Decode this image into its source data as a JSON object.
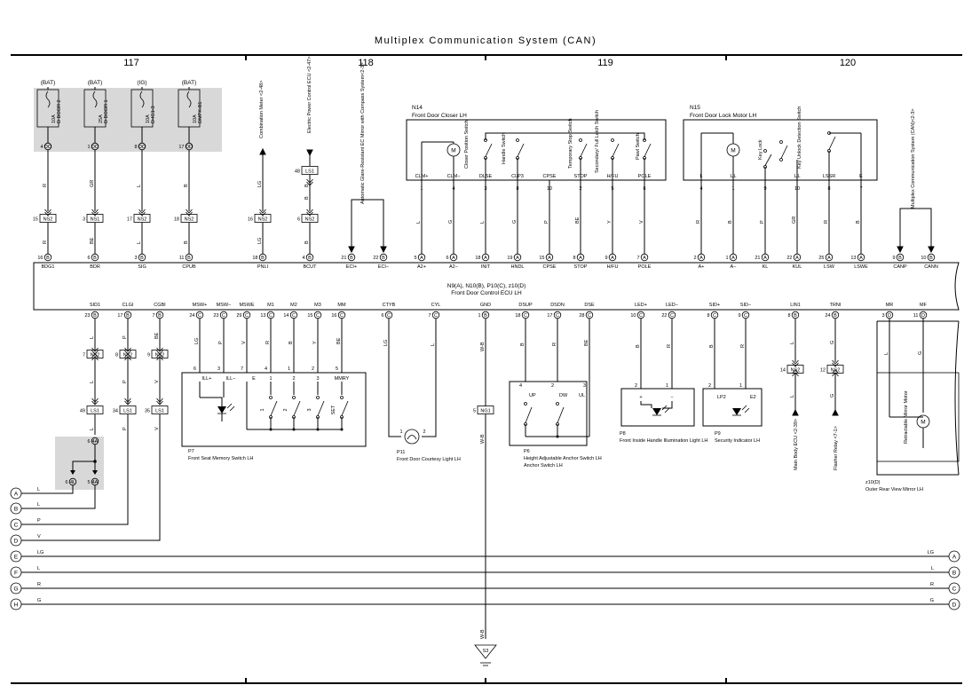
{
  "title": "Multiplex Communication System (CAN)",
  "sections": [
    "117",
    "118",
    "119",
    "120"
  ],
  "fuses": [
    {
      "supply": "(BAT)",
      "rating": "10A",
      "name": "D DOOR 2",
      "pin": "4",
      "conn": "DO"
    },
    {
      "supply": "(BAT)",
      "rating": "25A",
      "name": "D DOOR 1",
      "pin": "1",
      "conn": "DO"
    },
    {
      "supply": "(IG)",
      "rating": "10A",
      "name": "D-IG1-3",
      "pin": "8",
      "conn": "DO"
    },
    {
      "supply": "(BAT)",
      "rating": "10A",
      "name": "DMPX-B1",
      "pin": "17",
      "conn": "DD"
    }
  ],
  "top_left_wires": [
    {
      "color1": "R",
      "pin_a": "15",
      "conn": "NS2",
      "color2": "R",
      "pin_b": "16",
      "ecu_conn": "B",
      "signal": "BDG1"
    },
    {
      "color1": "GR",
      "pin_a": "3",
      "conn": "NS1",
      "color2": "BE",
      "pin_b": "6",
      "ecu_conn": "B",
      "signal": "BDR"
    },
    {
      "color1": "L",
      "pin_a": "17",
      "conn": "NS2",
      "color2": "L",
      "pin_b": "3",
      "ecu_conn": "B",
      "signal": "SIG"
    },
    {
      "color1": "B",
      "pin_a": "18",
      "conn": "NS2",
      "color2": "B",
      "pin_b": "11",
      "ecu_conn": "B",
      "signal": "CPUB"
    },
    {
      "color1": "LG",
      "pin_a": "16",
      "conn": "NS2",
      "color2": "LG",
      "pin_b": "18",
      "ecu_conn": "B",
      "signal": "PNLI"
    },
    {
      "color1": "B",
      "pin_a": "6",
      "conn": "NS2",
      "color2": "B",
      "pin_b": "4",
      "ecu_conn": "B",
      "signal": "BCUT"
    }
  ],
  "combination_meter": "Combination Meter <2-48>",
  "epc_ecu": "Electric Power Control ECU <2-47>",
  "epc_conn": {
    "pin": "48",
    "conn": "LS1"
  },
  "auto_glass": "Automatic Glare-Resistant EC Mirror with Compass System<2-3>",
  "eci_pins": [
    {
      "pin": "21",
      "conn": "B",
      "signal": "ECI+"
    },
    {
      "pin": "22",
      "conn": "B",
      "signal": "ECI−"
    }
  ],
  "n14": {
    "id": "N14",
    "name": "Front Door Closer LH",
    "motor_label": "Closer Position Switch",
    "switches": [
      "Handle Switch",
      "Temporary Stop Switch",
      "Secondary/ Full Latch Switch",
      "Pawl Switch"
    ],
    "pins": [
      {
        "pin": "1",
        "signal": "CLM+",
        "color": "L",
        "ecu_pin": "5",
        "ecu_conn": "A",
        "ecu_signal": "A2+"
      },
      {
        "pin": "4",
        "signal": "CLM−",
        "color": "G",
        "ecu_pin": "6",
        "ecu_conn": "A",
        "ecu_signal": "A2−"
      },
      {
        "pin": "3",
        "signal": "DLSE",
        "color": "L",
        "ecu_pin": "18",
        "ecu_conn": "A",
        "ecu_signal": "INIT"
      },
      {
        "pin": "8",
        "signal": "CLP3",
        "color": "G",
        "ecu_pin": "19",
        "ecu_conn": "A",
        "ecu_signal": "HNDL"
      },
      {
        "pin": "10",
        "signal": "CPSE",
        "color": "P",
        "ecu_pin": "15",
        "ecu_conn": "A",
        "ecu_signal": "CPSE"
      },
      {
        "pin": "2",
        "signal": "STOP",
        "color": "BE",
        "ecu_pin": "8",
        "ecu_conn": "A",
        "ecu_signal": "STOP"
      },
      {
        "pin": "5",
        "signal": "H/FU",
        "color": "Y",
        "ecu_pin": "9",
        "ecu_conn": "A",
        "ecu_signal": "H/FU"
      },
      {
        "pin": "6",
        "signal": "POLE",
        "color": "V",
        "ecu_pin": "7",
        "ecu_conn": "A",
        "ecu_signal": "POLE"
      }
    ]
  },
  "n15": {
    "id": "N15",
    "name": "Front Door Lock Motor LH",
    "switches": [
      "Key Lock",
      "Key Unlock Detection Switch"
    ],
    "pins": [
      {
        "pin": "4",
        "signal": "L",
        "color": "R",
        "ecu_pin": "2",
        "ecu_conn": "A",
        "ecu_signal": "A+"
      },
      {
        "pin": "1",
        "signal": "UL",
        "color": "B",
        "ecu_pin": "1",
        "ecu_conn": "A",
        "ecu_signal": "A−"
      },
      {
        "pin": "9",
        "signal": "",
        "color": "P",
        "ecu_pin": "21",
        "ecu_conn": "A",
        "ecu_signal": "KL"
      },
      {
        "pin": "10",
        "signal": "UL",
        "color": "GR",
        "ecu_pin": "22",
        "ecu_conn": "A",
        "ecu_signal": "KUL"
      },
      {
        "pin": "8",
        "signal": "LSSR",
        "color": "R",
        "ecu_pin": "25",
        "ecu_conn": "A",
        "ecu_signal": "LSW"
      },
      {
        "pin": "7",
        "signal": "E",
        "color": "B",
        "ecu_pin": "13",
        "ecu_conn": "A",
        "ecu_signal": "LSWE"
      }
    ]
  },
  "can_system": "Multiplex Communication System (CAN)<2-3>",
  "can_pins": [
    {
      "pin": "9",
      "conn": "B",
      "signal": "CANP"
    },
    {
      "pin": "10",
      "conn": "B",
      "signal": "CANN"
    }
  ],
  "ecu": {
    "connectors": "N9(A), N10(B), P10(C), z10(D)",
    "name": "Front Door Control ECU LH"
  },
  "bottom_pins": [
    {
      "signal": "SID1",
      "pin": "23",
      "conn": "B"
    },
    {
      "signal": "CLGI",
      "pin": "17",
      "conn": "B"
    },
    {
      "signal": "CGBI",
      "pin": "7",
      "conn": "B"
    },
    {
      "signal": "MSW+",
      "pin": "24",
      "conn": "C"
    },
    {
      "signal": "MSW−",
      "pin": "23",
      "conn": "C"
    },
    {
      "signal": "MSWE",
      "pin": "29",
      "conn": "C"
    },
    {
      "signal": "M1",
      "pin": "13",
      "conn": "C"
    },
    {
      "signal": "M2",
      "pin": "14",
      "conn": "C"
    },
    {
      "signal": "M3",
      "pin": "15",
      "conn": "C"
    },
    {
      "signal": "MM",
      "pin": "16",
      "conn": "C"
    },
    {
      "signal": "CTYB",
      "pin": "6",
      "conn": "C"
    },
    {
      "signal": "CYL",
      "pin": "7",
      "conn": "C"
    },
    {
      "signal": "GND",
      "pin": "1",
      "conn": "B"
    },
    {
      "signal": "DSUP",
      "pin": "18",
      "conn": "C"
    },
    {
      "signal": "DSDN",
      "pin": "17",
      "conn": "C"
    },
    {
      "signal": "DSE",
      "pin": "28",
      "conn": "C"
    },
    {
      "signal": "LED+",
      "pin": "10",
      "conn": "C"
    },
    {
      "signal": "LED−",
      "pin": "22",
      "conn": "C"
    },
    {
      "signal": "SID+",
      "pin": "8",
      "conn": "C"
    },
    {
      "signal": "SID−",
      "pin": "9",
      "conn": "C"
    },
    {
      "signal": "LIN1",
      "pin": "8",
      "conn": "B"
    },
    {
      "signal": "TRNI",
      "pin": "24",
      "conn": "B"
    },
    {
      "signal": "MR",
      "pin": "3",
      "conn": "D"
    },
    {
      "signal": "MF",
      "pin": "11",
      "conn": "D"
    }
  ],
  "left_column": {
    "wires": [
      {
        "c1": "L",
        "pin1": "7",
        "conn1": "NS2",
        "c2": "L",
        "pin2": "49",
        "conn2": "LS1"
      },
      {
        "c1": "P",
        "pin1": "8",
        "conn1": "NS2",
        "c2": "P",
        "pin2": "34",
        "conn2": "LS1"
      },
      {
        "c1": "BE",
        "pin1": "9",
        "conn1": "NS2",
        "c2": "V",
        "pin2": "35",
        "conn2": "LS1"
      }
    ],
    "junction": {
      "pin_top": "6",
      "conn_top": "4A",
      "pin_l": "6",
      "conn_l": "4L",
      "pin_r": "5",
      "conn_r": "4A"
    }
  },
  "p7": {
    "id": "P7",
    "name": "Front Seat Memory Switch LH",
    "wire_colors": [
      "LG",
      "P",
      "V",
      "R",
      "B",
      "Y",
      "BE"
    ],
    "pins": [
      "6",
      "3",
      "7",
      "4",
      "1",
      "2",
      "5"
    ],
    "inner": [
      "ILL+",
      "ILL−",
      "E",
      "1",
      "2",
      "3",
      "MMRY"
    ],
    "switch_labels": [
      "1",
      "2",
      "3",
      "SET"
    ]
  },
  "p11": {
    "id": "P11",
    "name": "Front Door Courtesy Light LH",
    "colors": [
      "LG",
      "L"
    ],
    "pins": [
      "1",
      "2"
    ]
  },
  "gnd": {
    "color": "W-B",
    "color2": "W-B",
    "color3": "W-B",
    "pin": "5",
    "conn": "NG1",
    "ground": "S3"
  },
  "p6": {
    "id": "P6",
    "name": "Height Adjustable Anchor Switch LH",
    "colors": [
      "B",
      "R",
      "BE"
    ],
    "pins": [
      "4",
      "2",
      "3"
    ],
    "inner": [
      "UP",
      "DW",
      "UL"
    ]
  },
  "p8": {
    "id": "P8",
    "name": "Front Inside Handle Illumination Light LH",
    "colors": [
      "B",
      "R"
    ],
    "pins": [
      "2",
      "1"
    ],
    "inner": [
      "+",
      "−"
    ]
  },
  "p9": {
    "id": "P9",
    "name": "Security Indicator LH",
    "colors": [
      "B",
      "R"
    ],
    "pins": [
      "2",
      "1"
    ],
    "inner": [
      "LP2",
      "E2"
    ]
  },
  "lin": {
    "color": "L",
    "color2": "L",
    "pin": "14",
    "conn": "NS2",
    "dest": "Main Body ECU <2-39>"
  },
  "trni": {
    "color": "G",
    "color2": "G",
    "pin": "12",
    "conn": "NS2",
    "dest": "Flasher Relay <7-1>"
  },
  "z10": {
    "id": "z10(D)",
    "name": "Outer Rear View Mirror LH",
    "motor": "Retractable Mirror Motor",
    "colors": [
      "L",
      "G"
    ]
  },
  "buses": [
    {
      "left": "A",
      "color": "L"
    },
    {
      "left": "B",
      "color": "L"
    },
    {
      "left": "C",
      "color": "P"
    },
    {
      "left": "D",
      "color": "V"
    },
    {
      "left": "E",
      "color": "LG",
      "right": "A",
      "rcolor": "LG"
    },
    {
      "left": "F",
      "color": "L",
      "right": "B",
      "rcolor": "L"
    },
    {
      "left": "G",
      "color": "R",
      "right": "C",
      "rcolor": "R"
    },
    {
      "left": "H",
      "color": "G",
      "right": "D",
      "rcolor": "G"
    }
  ]
}
